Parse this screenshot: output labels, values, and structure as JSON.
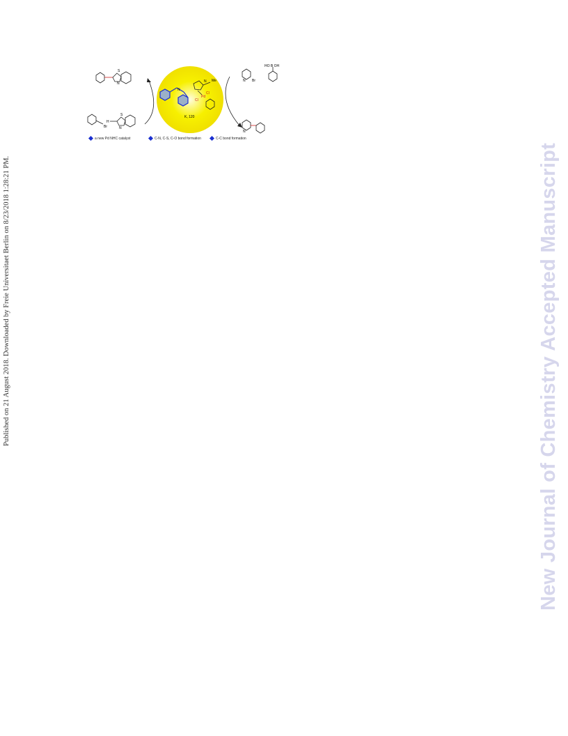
{
  "side_note": "Published on 21 August 2018. Downloaded by Freie Universitaet Berlin on 8/23/2018 1:28:21 PM.",
  "watermark": "New Journal of Chemistry Accepted Manuscript",
  "graphic": {
    "left_labels": {
      "s1": "S",
      "n1": "N",
      "nh": "H",
      "br": "Br",
      "s2": "S",
      "n2": "N"
    },
    "center_labels": {
      "n": "N",
      "pd": "Pd",
      "cl1": "Cl",
      "cl2": "Cl",
      "n2": "N",
      "me": "Me",
      "cat": "K, 120"
    },
    "right_labels": {
      "br": "Br",
      "n": "N",
      "boronic": "HO B OH",
      "n2": "N"
    }
  },
  "legend": [
    "a new Pd NHC catalyst",
    "C-N, C-S, C-O bond formation",
    "C-C bond formation"
  ],
  "colors": {
    "circle": "#f5f000",
    "ring_blue": "#1a2fd0",
    "pd_red": "#d02020",
    "watermark": "#d6d6ec"
  }
}
